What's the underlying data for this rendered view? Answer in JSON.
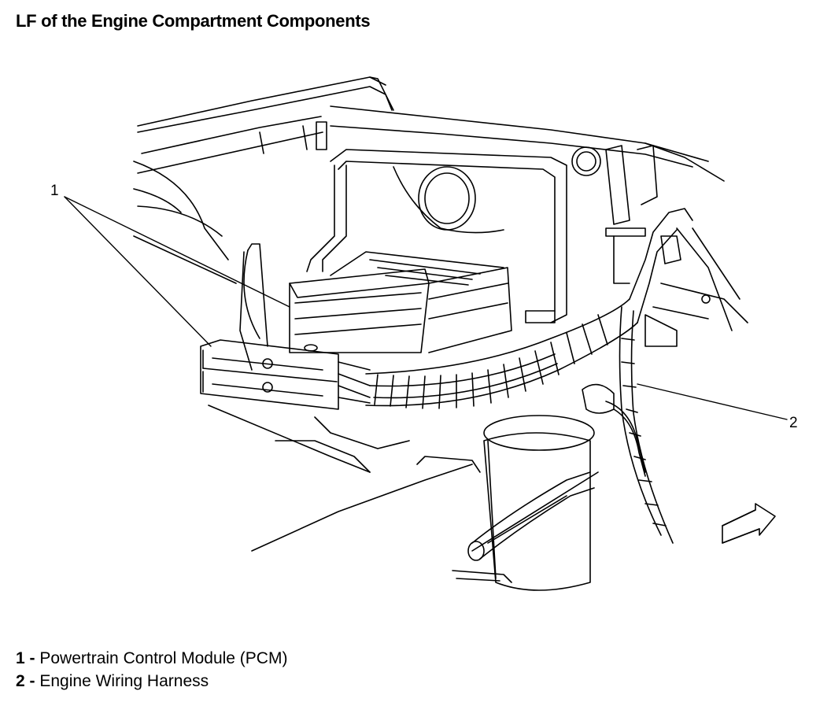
{
  "title": "LF of the Engine Compartment Components",
  "callouts": [
    {
      "num": "1"
    },
    {
      "num": "2"
    }
  ],
  "legend": [
    {
      "num": "1",
      "sep": " - ",
      "text": "Powertrain Control Module (PCM)"
    },
    {
      "num": "2",
      "sep": " - ",
      "text": "Engine Wiring Harness"
    }
  ]
}
